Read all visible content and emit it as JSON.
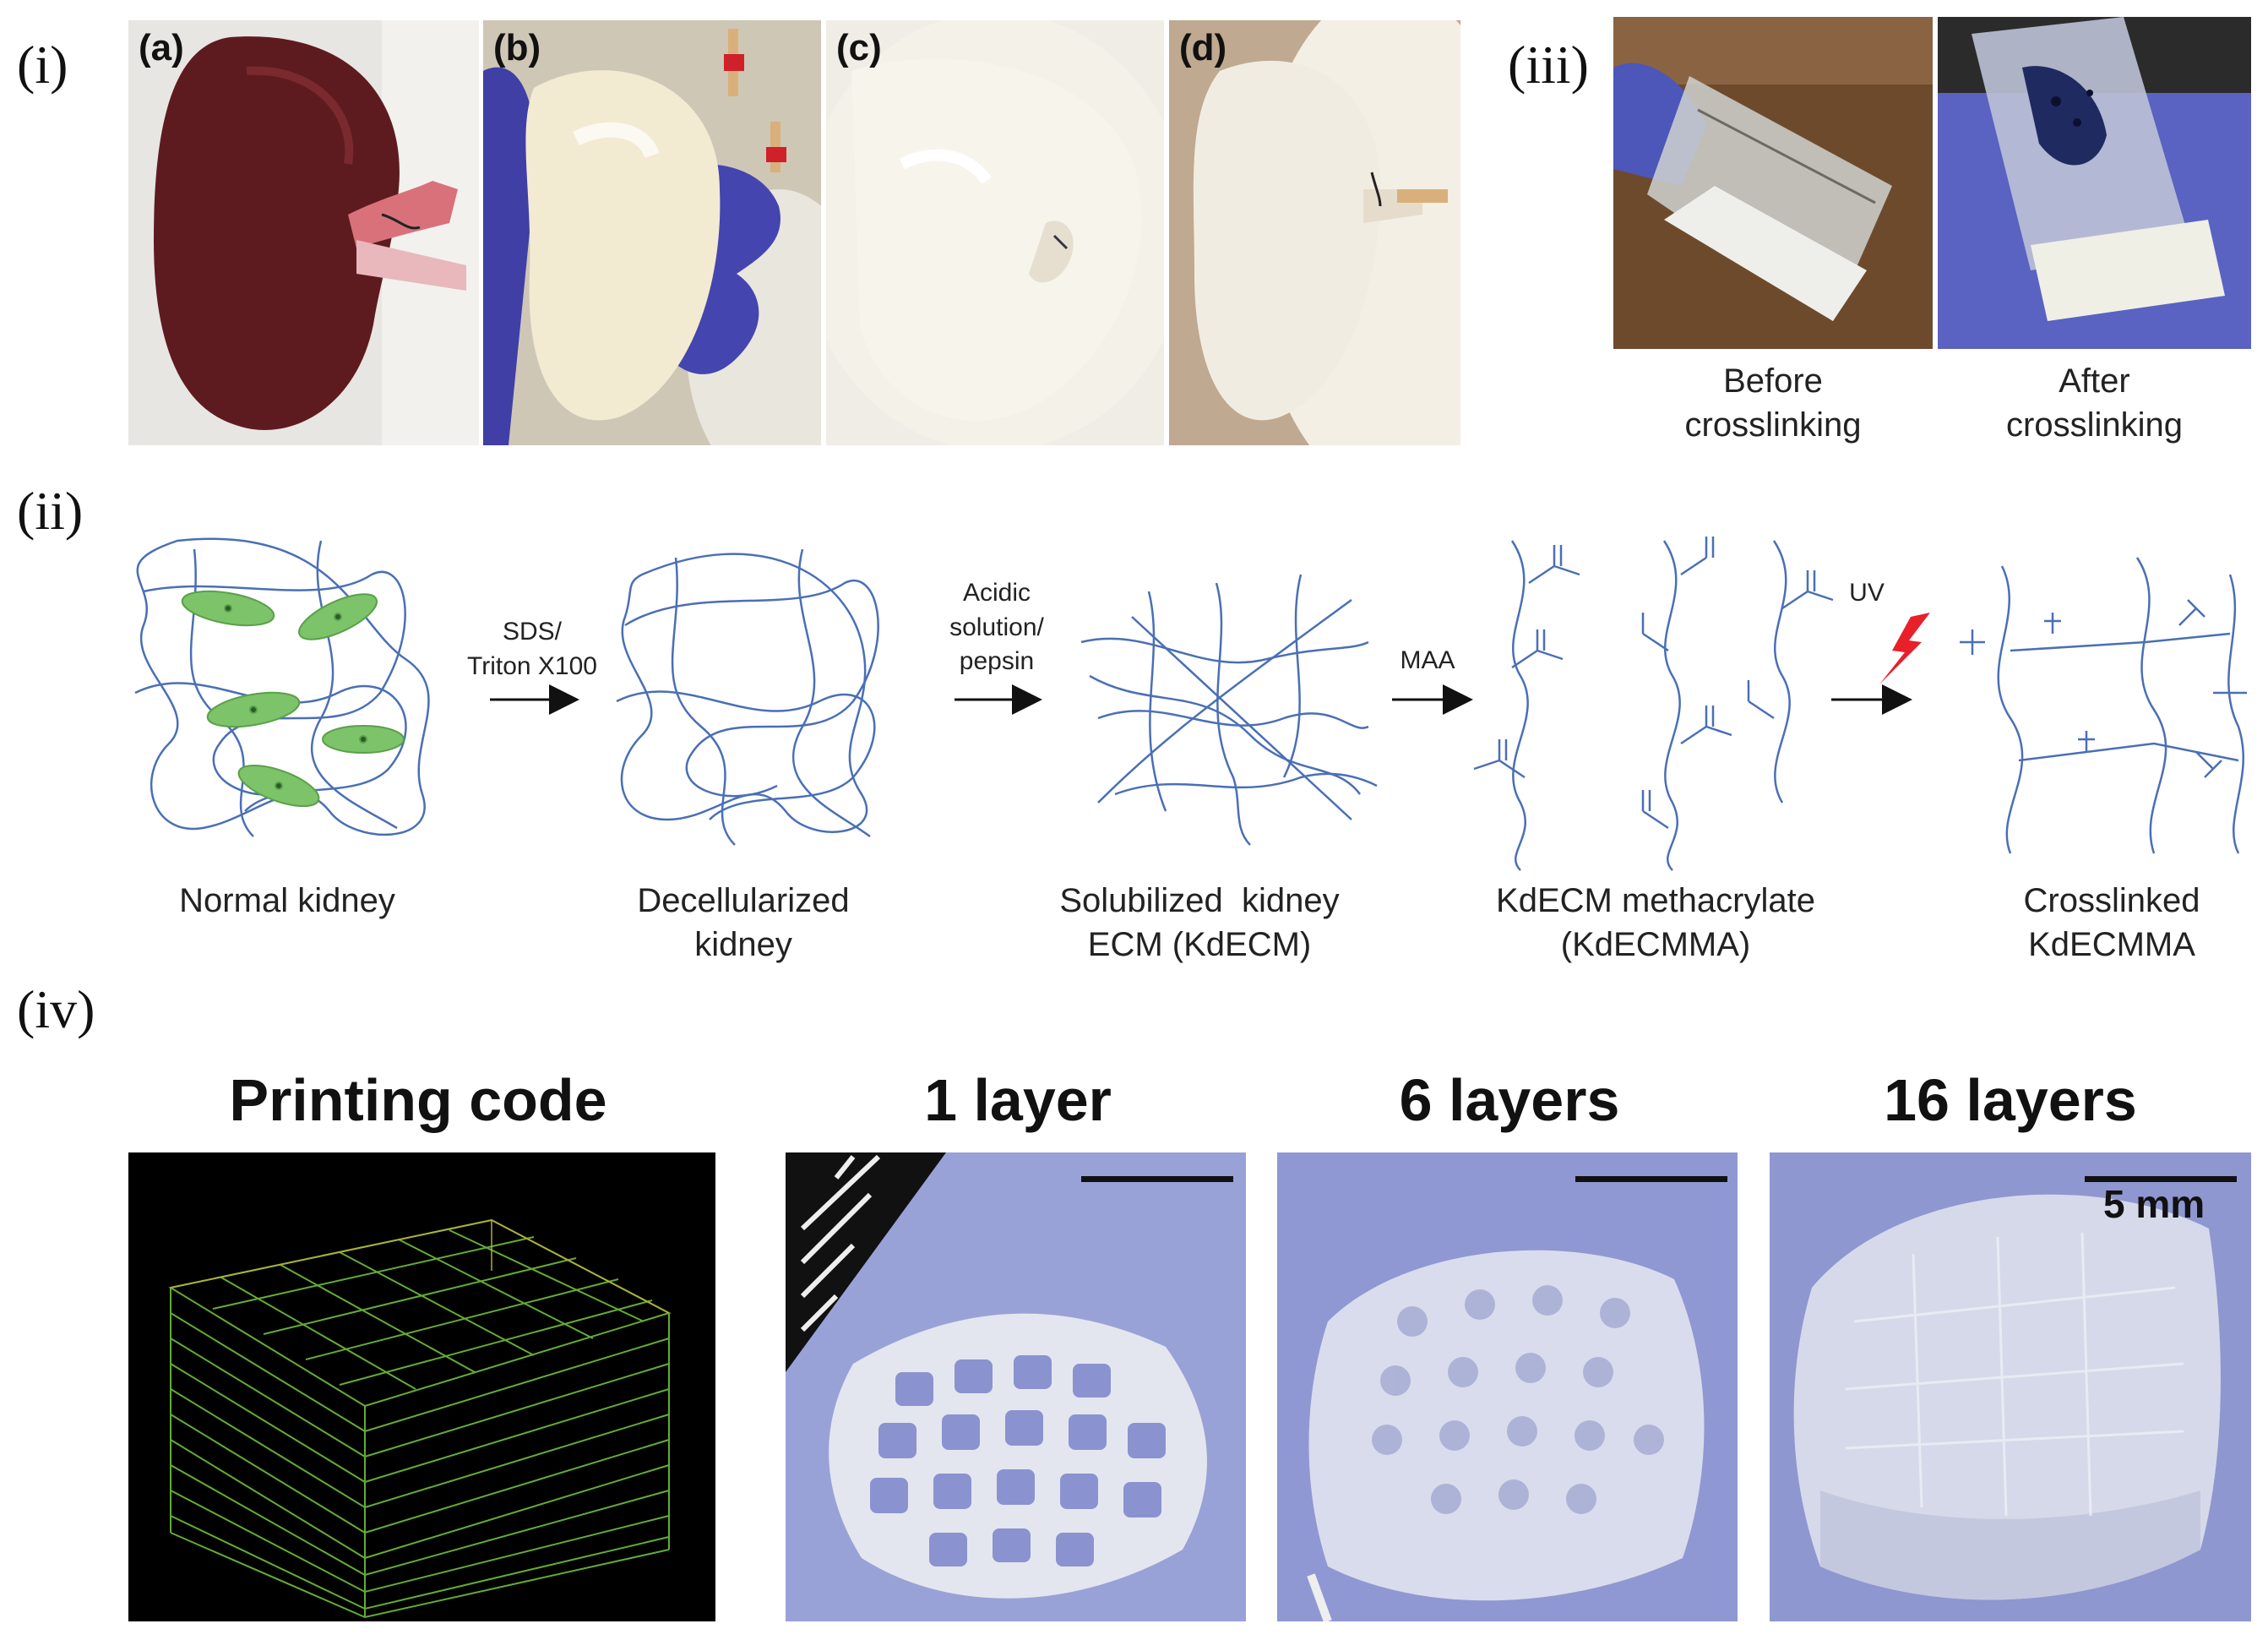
{
  "panels": {
    "i": {
      "label": "(i)",
      "photos": [
        {
          "label": "(a)",
          "content": "native kidney"
        },
        {
          "label": "(b)",
          "content": "decellularizing kidney in gloved hand"
        },
        {
          "label": "(c)",
          "content": "decellularized kidney close-up"
        },
        {
          "label": "(d)",
          "content": "decellularized kidney with cannula"
        }
      ]
    },
    "iii": {
      "label": "(iii)",
      "captions": [
        {
          "line1": "Before",
          "line2": "crosslinking"
        },
        {
          "line1": "After",
          "line2": "crosslinking"
        }
      ]
    },
    "ii": {
      "label": "(ii)",
      "steps": [
        {
          "line1": "Normal kidney",
          "line2": ""
        },
        {
          "line1": "Decellularized",
          "line2": "kidney"
        },
        {
          "line1": "Solubilized  kidney",
          "line2": "ECM (KdECM)"
        },
        {
          "line1": "KdECM methacrylate",
          "line2": "(KdECMMA)"
        },
        {
          "line1": "Crosslinked",
          "line2": "KdECMMA"
        }
      ],
      "arrows": [
        {
          "lines": [
            "SDS/",
            "Triton X100"
          ]
        },
        {
          "lines": [
            "Acidic",
            "solution/",
            "pepsin"
          ]
        },
        {
          "lines": [
            "MAA"
          ]
        },
        {
          "lines": [
            "UV"
          ]
        }
      ]
    },
    "iv": {
      "label": "(iv)",
      "headings": [
        "Printing code",
        "1 layer",
        "6 layers",
        "16 layers"
      ],
      "scale_label": "5 mm"
    }
  },
  "colors": {
    "fiber": "#4a6fb5",
    "cell": "#7cc36a",
    "uv_bolt": "#e8202a",
    "print_bg": "#e6e9f4",
    "code_bg": "#000000",
    "code_line": "#6fbf3a"
  }
}
